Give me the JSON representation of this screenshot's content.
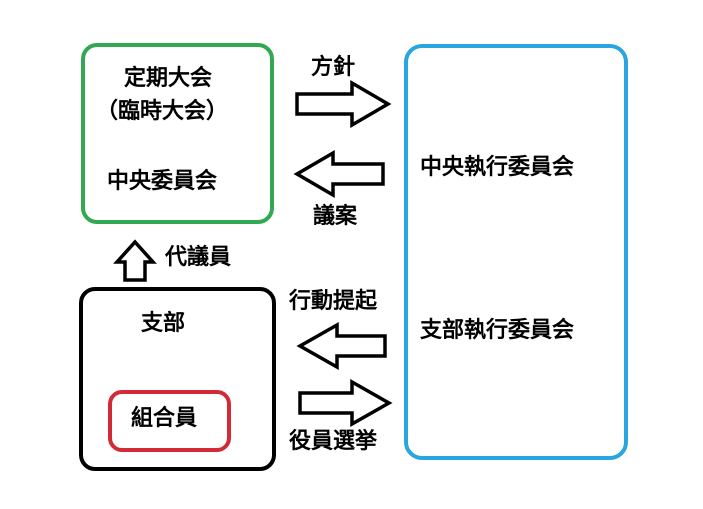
{
  "nodes": {
    "general_meeting": "定期大会",
    "extraordinary_meeting": "（臨時大会）",
    "central_committee": "中央委員会",
    "central_executive": "中央執行委員会",
    "branch_executive": "支部執行委員会",
    "branch": "支部",
    "member": "組合員"
  },
  "edges": {
    "policy": "方針",
    "proposal": "議案",
    "delegates": "代議員",
    "action_proposal": "行動提起",
    "officer_election": "役員選挙"
  },
  "colors": {
    "general_meeting_border": "#33a853",
    "executive_border": "#29a6df",
    "branch_border": "#000000",
    "member_border": "#d22a36"
  }
}
